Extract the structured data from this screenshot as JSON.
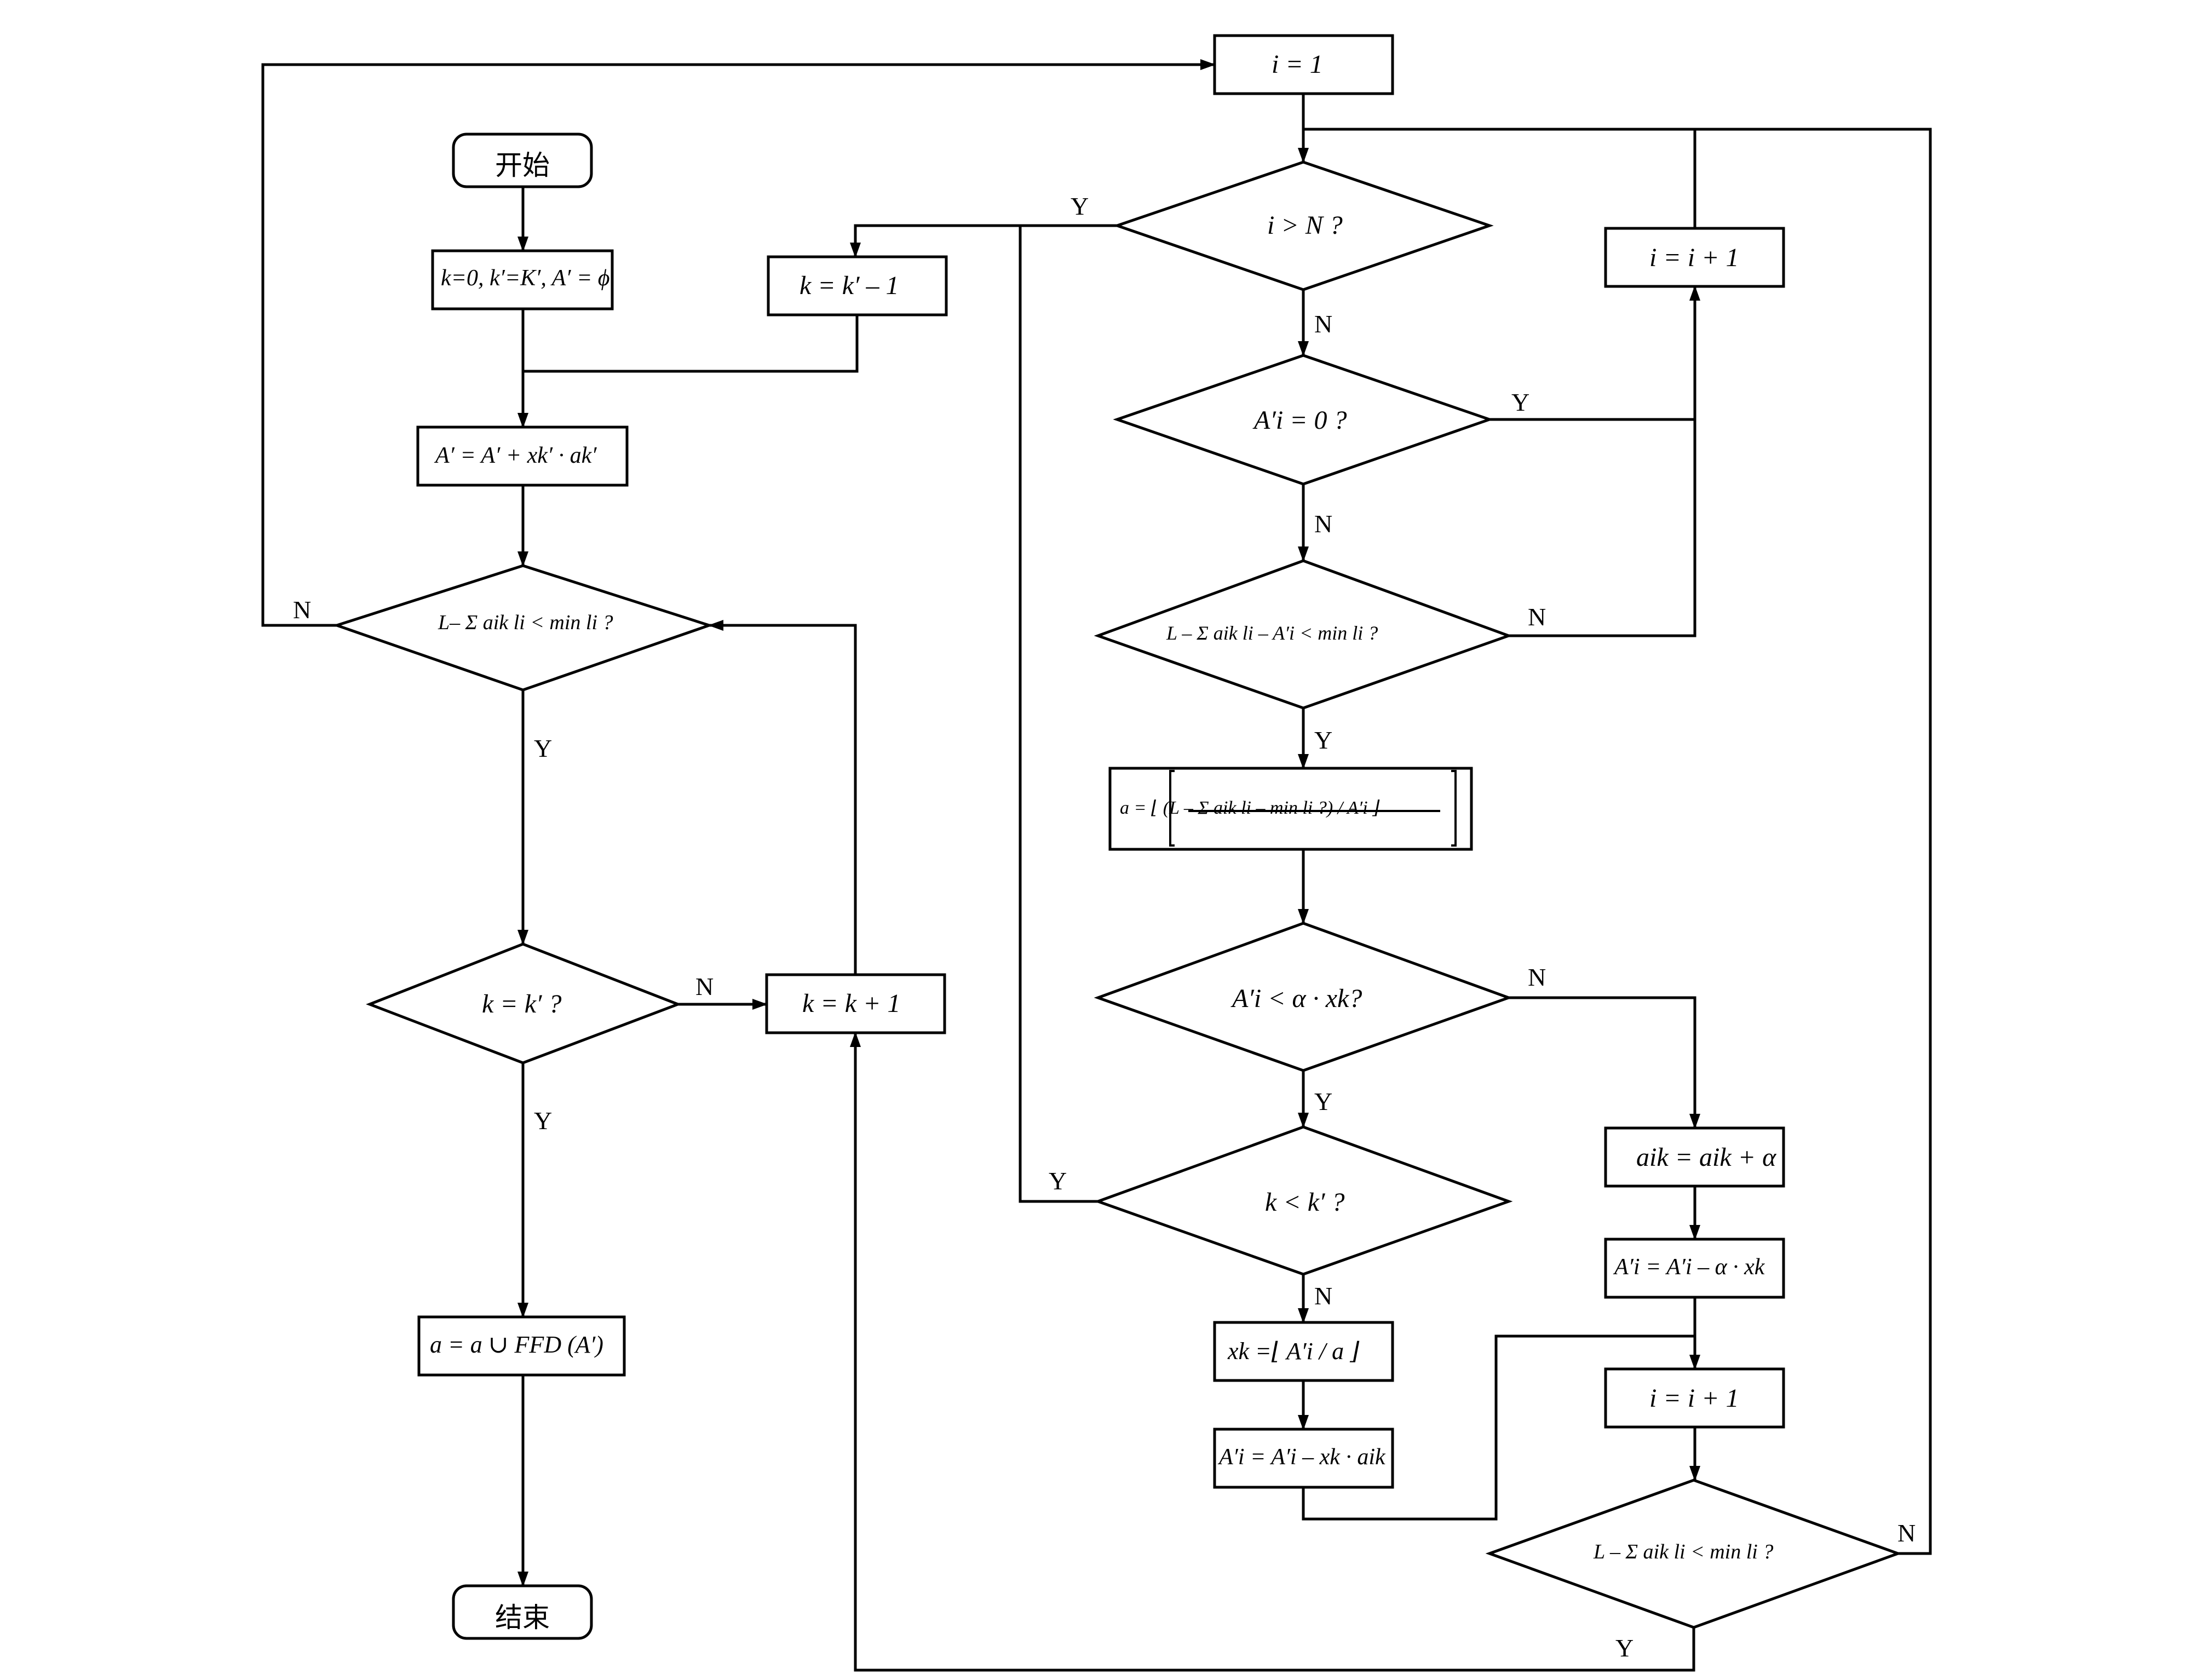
{
  "colors": {
    "stroke": "#000000",
    "fill": "#ffffff",
    "text": "#000000"
  },
  "nodes": {
    "start": "开始",
    "init": "k=0, k′=K′, A′ = ϕ",
    "add_pattern": "A′ = A′ + xk′ · ak′",
    "check_remaining": "L– Σ aik li < min li ?",
    "k_equals": "k = k′ ?",
    "ffd": "a = a ∪ FFD (A′)",
    "end": "结束",
    "k_decrement": "k = k′ – 1",
    "k_increment": "k = k + 1",
    "i_init": "i = 1",
    "i_gt_n": "i > N ?",
    "a_zero": "A′i = 0 ?",
    "check_remaining_i": "L – Σ aik li – A′i < min li ?",
    "alpha_calc": "a = ⌊ (L – Σ aik li – min li ?) / A′i ⌋",
    "check_alpha": "A′i < α · xk?",
    "k_less": "k < k′ ?",
    "xk_calc": "xk =⌊ A′i / a ⌋",
    "update_demand": "A′i = A′i – xk · aik",
    "i_inc_top": "i = i + 1",
    "aik_update": "aik = aik + α",
    "ai_update": "A′i = A′i – α · xk",
    "i_inc_bottom": "i = i + 1",
    "check_remaining_final": "L – Σ aik li < min li ?"
  },
  "edge_labels": {
    "n_left": "N",
    "y_check": "Y",
    "n_k_equals": "N",
    "y_k_equals": "Y",
    "y_i_gt_n": "Y",
    "n_i_gt_n": "N",
    "y_a_zero": "Y",
    "n_a_zero": "N",
    "n_check_remaining_i": "N",
    "y_check_remaining_i": "Y",
    "n_check_alpha": "N",
    "y_check_alpha": "Y",
    "y_k_less": "Y",
    "n_k_less": "N",
    "n_final": "N",
    "y_final": "Y"
  }
}
